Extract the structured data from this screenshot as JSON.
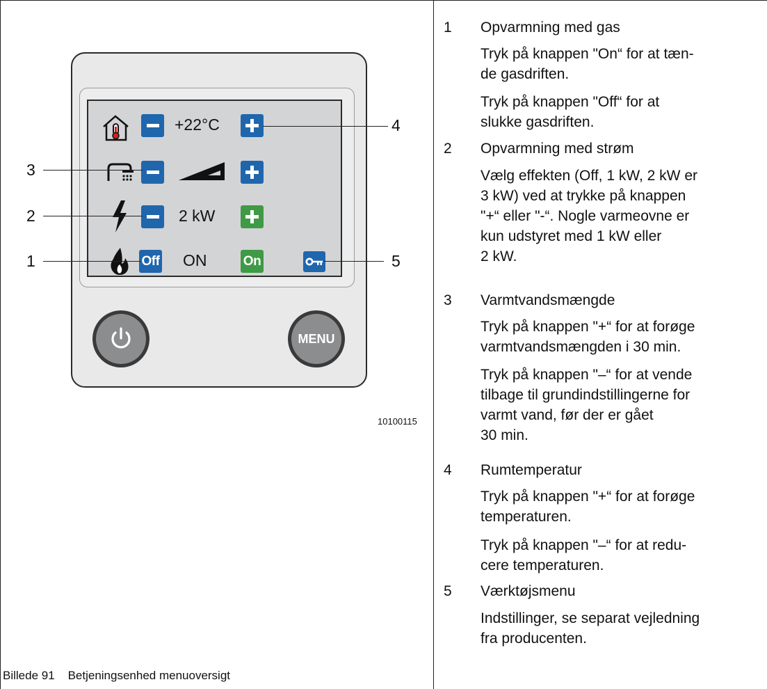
{
  "device": {
    "row_temp": {
      "value": "+22°C",
      "minus_icon": "minus-icon",
      "plus_icon": "plus-icon",
      "icon": "house-thermometer-icon"
    },
    "row_water": {
      "icon": "shower-icon",
      "level_icon": "ramp-level-icon"
    },
    "row_power": {
      "value": "2 kW",
      "icon": "lightning-icon"
    },
    "row_gas": {
      "off_label": "Off",
      "value": "ON",
      "on_label": "On",
      "icon": "flame-icon",
      "key_icon": "key-icon"
    },
    "power_button_icon": "power-icon",
    "menu_label": "MENU",
    "colors": {
      "blue": "#1f66ad",
      "green": "#3f9a45",
      "screen": "#d3d4d6",
      "housing": "#e9e9ea"
    }
  },
  "callouts": [
    "1",
    "2",
    "3",
    "4",
    "5"
  ],
  "figure_id": "10100115",
  "caption": {
    "label": "Billede 91",
    "text": "Betjeningsenhed menuoversigt"
  },
  "items": [
    {
      "num": "1",
      "title": "Opvarmning med gas",
      "paragraphs": [
        [
          "Tryk på knappen \"On“ for at tæn-",
          "de gasdriften."
        ],
        [
          "Tryk på knappen \"Off“ for at",
          "slukke gasdriften."
        ]
      ]
    },
    {
      "num": "2",
      "title": "Opvarmning med strøm",
      "paragraphs": [
        [
          "Vælg effekten (Off, 1 kW, 2 kW er",
          "3 kW) ved at trykke på knappen",
          "\"+“ eller \"-“. Nogle varmeovne er",
          "kun udstyret med 1 kW eller",
          "2 kW."
        ]
      ]
    },
    {
      "num": "3",
      "title": "Varmtvandsmængde",
      "paragraphs": [
        [
          "Tryk på knappen \"+“ for at forøge",
          "varmtvandsmængden i 30 min."
        ],
        [
          "Tryk på knappen \"–“ for at vende",
          "tilbage til grundindstillingerne for",
          "varmt vand, før der er gået",
          "30 min."
        ]
      ]
    },
    {
      "num": "4",
      "title": "Rumtemperatur",
      "paragraphs": [
        [
          "Tryk på knappen \"+“ for at forøge",
          "temperaturen."
        ],
        [
          "Tryk på knappen \"–“ for at redu-",
          "cere temperaturen."
        ]
      ]
    },
    {
      "num": "5",
      "title": "Værktøjsmenu",
      "paragraphs": [
        [
          "Indstillinger, se separat vejledning",
          "fra producenten."
        ]
      ]
    }
  ]
}
